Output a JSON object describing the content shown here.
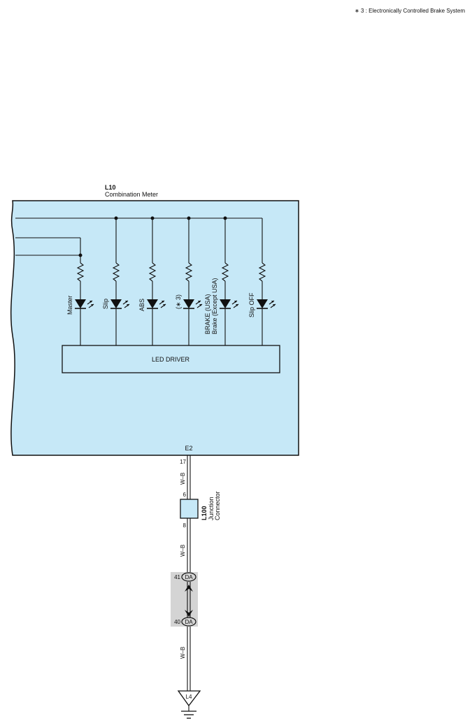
{
  "note": "∗ 3 : Electronically Controlled Brake System",
  "meter": {
    "code": "L10",
    "name": "Combination Meter",
    "driver_label": "LED DRIVER",
    "terminal": "E2",
    "pin": "17",
    "bg_color": "#c6e8f7",
    "lamps": [
      {
        "label": "Master"
      },
      {
        "label": "Slip"
      },
      {
        "label": "ABS"
      },
      {
        "label": "(∗ 3)"
      },
      {
        "label": "BRAKE (USA)",
        "label2": "Brake (Except USA)"
      },
      {
        "label": "Slip OFF"
      }
    ]
  },
  "junction": {
    "code": "L100",
    "name_line1": "Junction",
    "name_line2": "Connector",
    "pin_in": "6",
    "pin_out": "8"
  },
  "connector": {
    "code_top": "DA",
    "pin_top": "41",
    "code_bottom": "DA",
    "pin_bottom": "40",
    "bg_color": "#d4d4d4"
  },
  "wires": {
    "w1": "W–B",
    "w2": "W–B",
    "w3": "W–B"
  },
  "ground": {
    "code": "L4"
  }
}
